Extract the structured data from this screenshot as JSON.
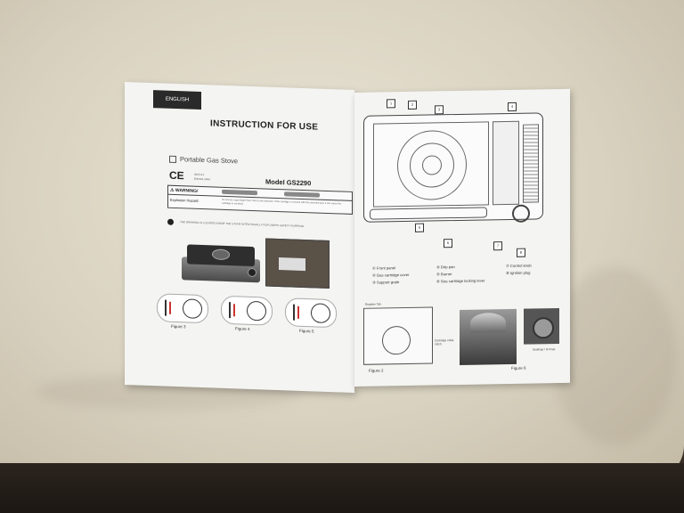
{
  "left_page": {
    "language_tag": "ENGLISH",
    "title": "INSTRUCTION FOR USE",
    "product": "Portable Gas Stove",
    "ce_mark": "CE",
    "ce_code_1": "0063-21",
    "ce_code_2": "E06301-2066",
    "model": "Model GS2290",
    "warning_title": "WARNING!",
    "hazard_label": "Explosion Hazard:",
    "hazard_text": "Do not use a gas larger than 20cm to the diameter. If the cartridge is covered with the extended part, it can cause the cartridge to overheat.",
    "drawing_note": "THE DRAWING IS LOCATED INSIDE THE STOVE INTENTIONALLY FOR USER'S SAFETY PURPOSE",
    "figures": [
      "Figure 3",
      "Figure 4",
      "Figure 5"
    ]
  },
  "right_page": {
    "callouts": [
      "1",
      "2",
      "3",
      "4",
      "5",
      "6",
      "7",
      "8"
    ],
    "legend_col1": [
      "① Front panel",
      "② Gas cartridge cover",
      "③ Support grate"
    ],
    "legend_col2": [
      "④ Drip pan",
      "⑤ Burner",
      "⑥ Gas cartridge locking lever"
    ],
    "legend_col3": [
      "⑦ Control knob",
      "⑧ Ignition plug"
    ],
    "register_tab": "Register Tab",
    "cartridge_notch": "Cartridge collar notch",
    "sealing_label": "Sealings / O-rings",
    "figure_2": "Figure 2",
    "figure_6": "Figure 6"
  }
}
